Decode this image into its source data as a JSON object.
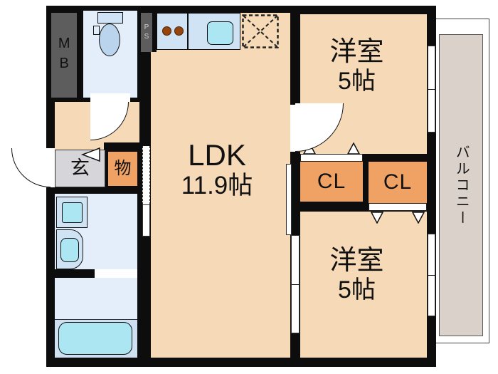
{
  "rooms": {
    "ldk": {
      "label": "LDK",
      "area": "11.9帖"
    },
    "bedroom_top": {
      "label": "洋室",
      "area": "5帖"
    },
    "bedroom_bottom": {
      "label": "洋室",
      "area": "5帖"
    },
    "closet_left": {
      "label": "CL"
    },
    "closet_right": {
      "label": "CL"
    },
    "entrance": {
      "label": "玄"
    },
    "storage": {
      "label": "物"
    },
    "balcony": {
      "label": "バルコニー"
    },
    "meter_box": {
      "label": "MB"
    },
    "pipe_space": {
      "label": "PS"
    }
  },
  "colors": {
    "wall": "#0d0d0d",
    "room_fill": "#f6d9b6",
    "closet_fill": "#f0a264",
    "entrance_fill": "#d6d6da",
    "wet_area_fill": "#e3eefa",
    "fixture_fill": "#cfe3f4",
    "water_fill": "#ace6f2",
    "toilet_bowl_fill": "#bad4ee",
    "balcony_fill": "#dad2ca",
    "meter_box_fill": "#5d5d5d",
    "bath_lower_fill": "#cfe0f2",
    "burner_fill": "#96450f"
  }
}
